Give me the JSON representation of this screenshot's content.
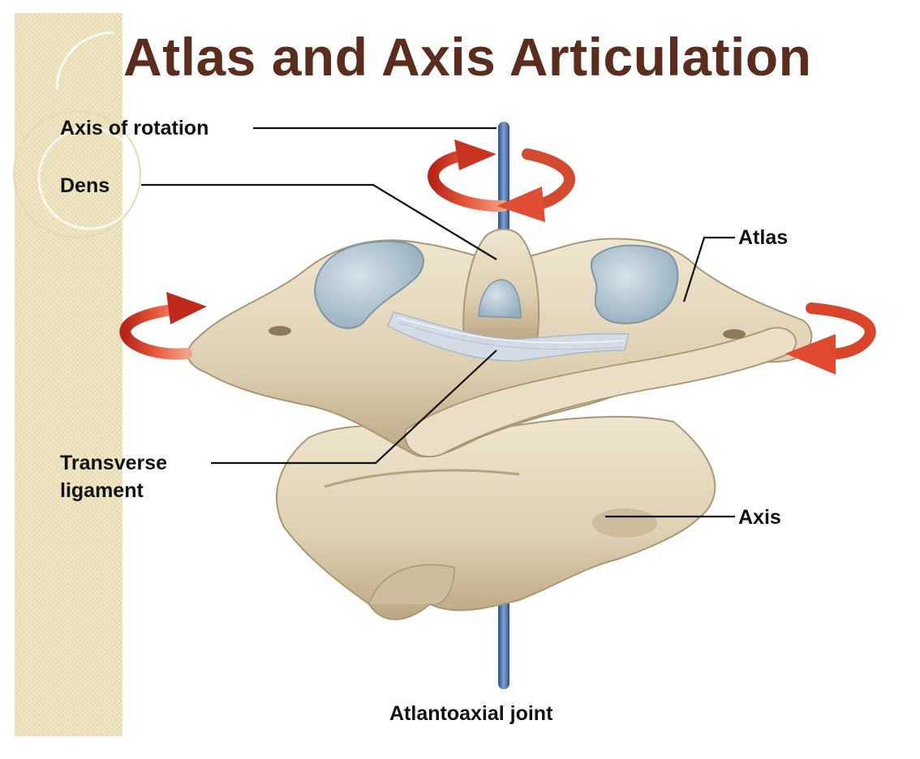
{
  "title": "Atlas and Axis Articulation",
  "labels": {
    "axis_of_rotation": "Axis of rotation",
    "dens": "Dens",
    "atlas": "Atlas",
    "transverse_ligament_line1": "Transverse",
    "transverse_ligament_line2": "ligament",
    "axis": "Axis",
    "caption": "Atlantoaxial joint"
  },
  "colors": {
    "title": "#5a2d1f",
    "bone": "#e2d6bb",
    "bone_shadow": "#b9a685",
    "cartilage": "#b9cdd9",
    "ligament": "#d3dcea",
    "rod": "#4f74a8",
    "arrow": "#d8442b",
    "sidebar": "#f0e6c4"
  }
}
